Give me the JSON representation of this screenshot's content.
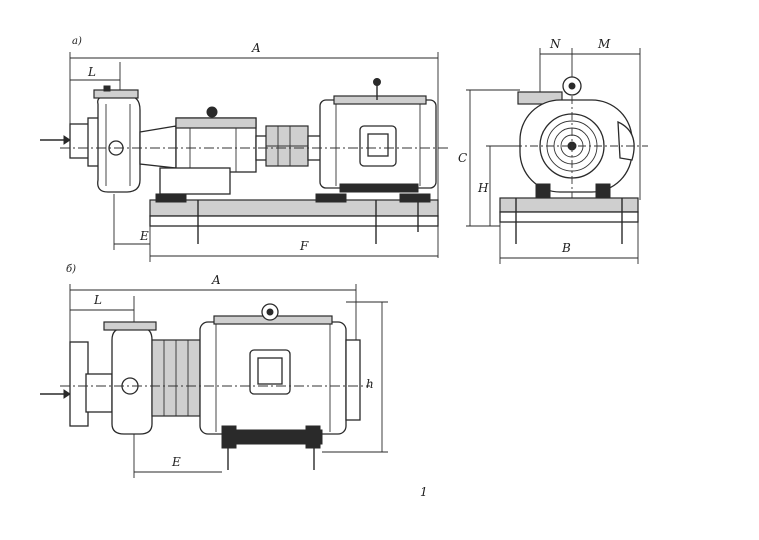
{
  "views": {
    "a": {
      "tag": "a)",
      "dims": {
        "overall": "A",
        "inlet_offset": "L",
        "base_start": "E",
        "base_length": "F"
      }
    },
    "b": {
      "dims": {
        "width_left": "N",
        "width_right": "M",
        "height": "C",
        "axis_height": "H",
        "base_width": "B"
      }
    },
    "c": {
      "tag": "б)",
      "dims": {
        "overall": "A",
        "inlet_offset": "L",
        "base_start": "E",
        "height": "h"
      }
    }
  },
  "page_mark": "1"
}
